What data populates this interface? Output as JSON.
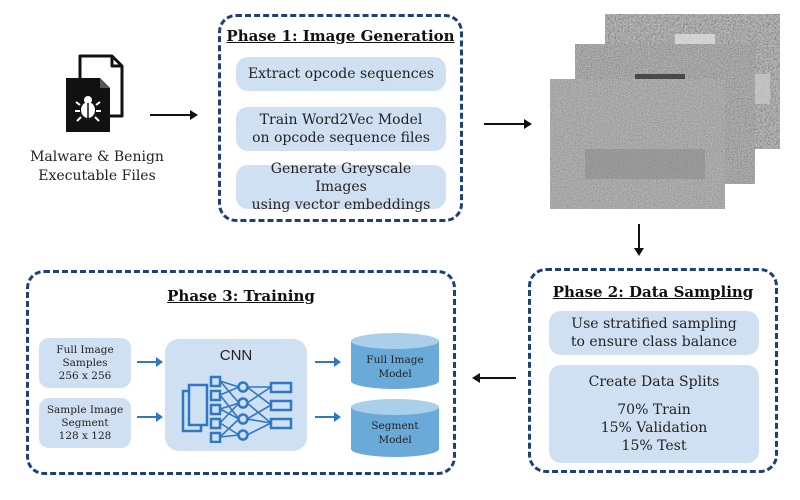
{
  "input": {
    "label": "Malware & Benign\nExecutable Files"
  },
  "phase1": {
    "title": "Phase 1:  Image Generation",
    "steps": [
      "Extract opcode sequences",
      "Train Word2Vec Model\non opcode sequence files",
      "Generate Greyscale Images\nusing vector embeddings"
    ]
  },
  "phase2": {
    "title": "Phase 2:  Data Sampling",
    "step1": "Use stratified sampling\nto ensure class balance",
    "splits": {
      "heading": "Create Data Splits",
      "items": [
        "70% Train",
        "15% Validation",
        "15% Test"
      ]
    }
  },
  "phase3": {
    "title": "Phase 3: Training",
    "inputs": [
      "Full Image\nSamples\n256 x 256",
      "Sample Image\nSegment\n128 x 128"
    ],
    "cnn_label": "CNN",
    "models": [
      "Full Image\nModel",
      "Segment\nModel"
    ]
  },
  "colors": {
    "border": "#1f3f7a",
    "box_fill": "#cfe0f3",
    "icon_blue": "#2f78c4",
    "cylinder": "#6aaad8",
    "cylinder_top": "#a9cfea"
  }
}
